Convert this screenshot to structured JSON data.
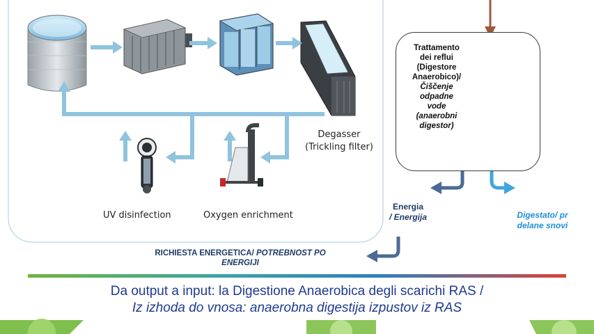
{
  "ras_system": {
    "degasser_label_1": "Degasser",
    "degasser_label_2": "(Trickling filter)",
    "uv_label": "UV  disinfection",
    "oxygen_label": "Oxygen enrichment"
  },
  "digester_box": {
    "line_1": "Trattamento",
    "line_2": "dei reflui",
    "line_3": "(Digestore",
    "line_4": "Anaerobico)/",
    "line_5": "Čiščenje",
    "line_6": "odpadne",
    "line_7": "vode",
    "line_8": "(anaerobni",
    "line_9": "digestor)"
  },
  "outputs": {
    "energy_line_1": "Energia",
    "energy_line_2": "/ Energija",
    "digestate_line_1": "Digestato/ pr",
    "digestate_line_2": "delane snovi"
  },
  "energy_demand": {
    "line_1_normal": "RICHIESTA ENERGETICA/",
    "line_1_italic": " POTREBNOST PO",
    "line_2": "ENERGIJI"
  },
  "title": {
    "line_1": "Da output a input: la Digestione Anaerobica degli scarichi RAS /",
    "line_2": "Iz izhoda do vnosa: anaerobna digestija izpustov iz RAS"
  },
  "colors": {
    "arrow_light_blue": "#8fc3de",
    "arrow_dark_blue": "#4a6b95",
    "arrow_bright_blue": "#3fa6e0",
    "arrow_brown": "#9b5a3c",
    "bar_green": "#6fb43f",
    "bar_teal": "#3aa6a0",
    "bar_blue": "#2f7fc1",
    "bar_red": "#d9443a"
  }
}
